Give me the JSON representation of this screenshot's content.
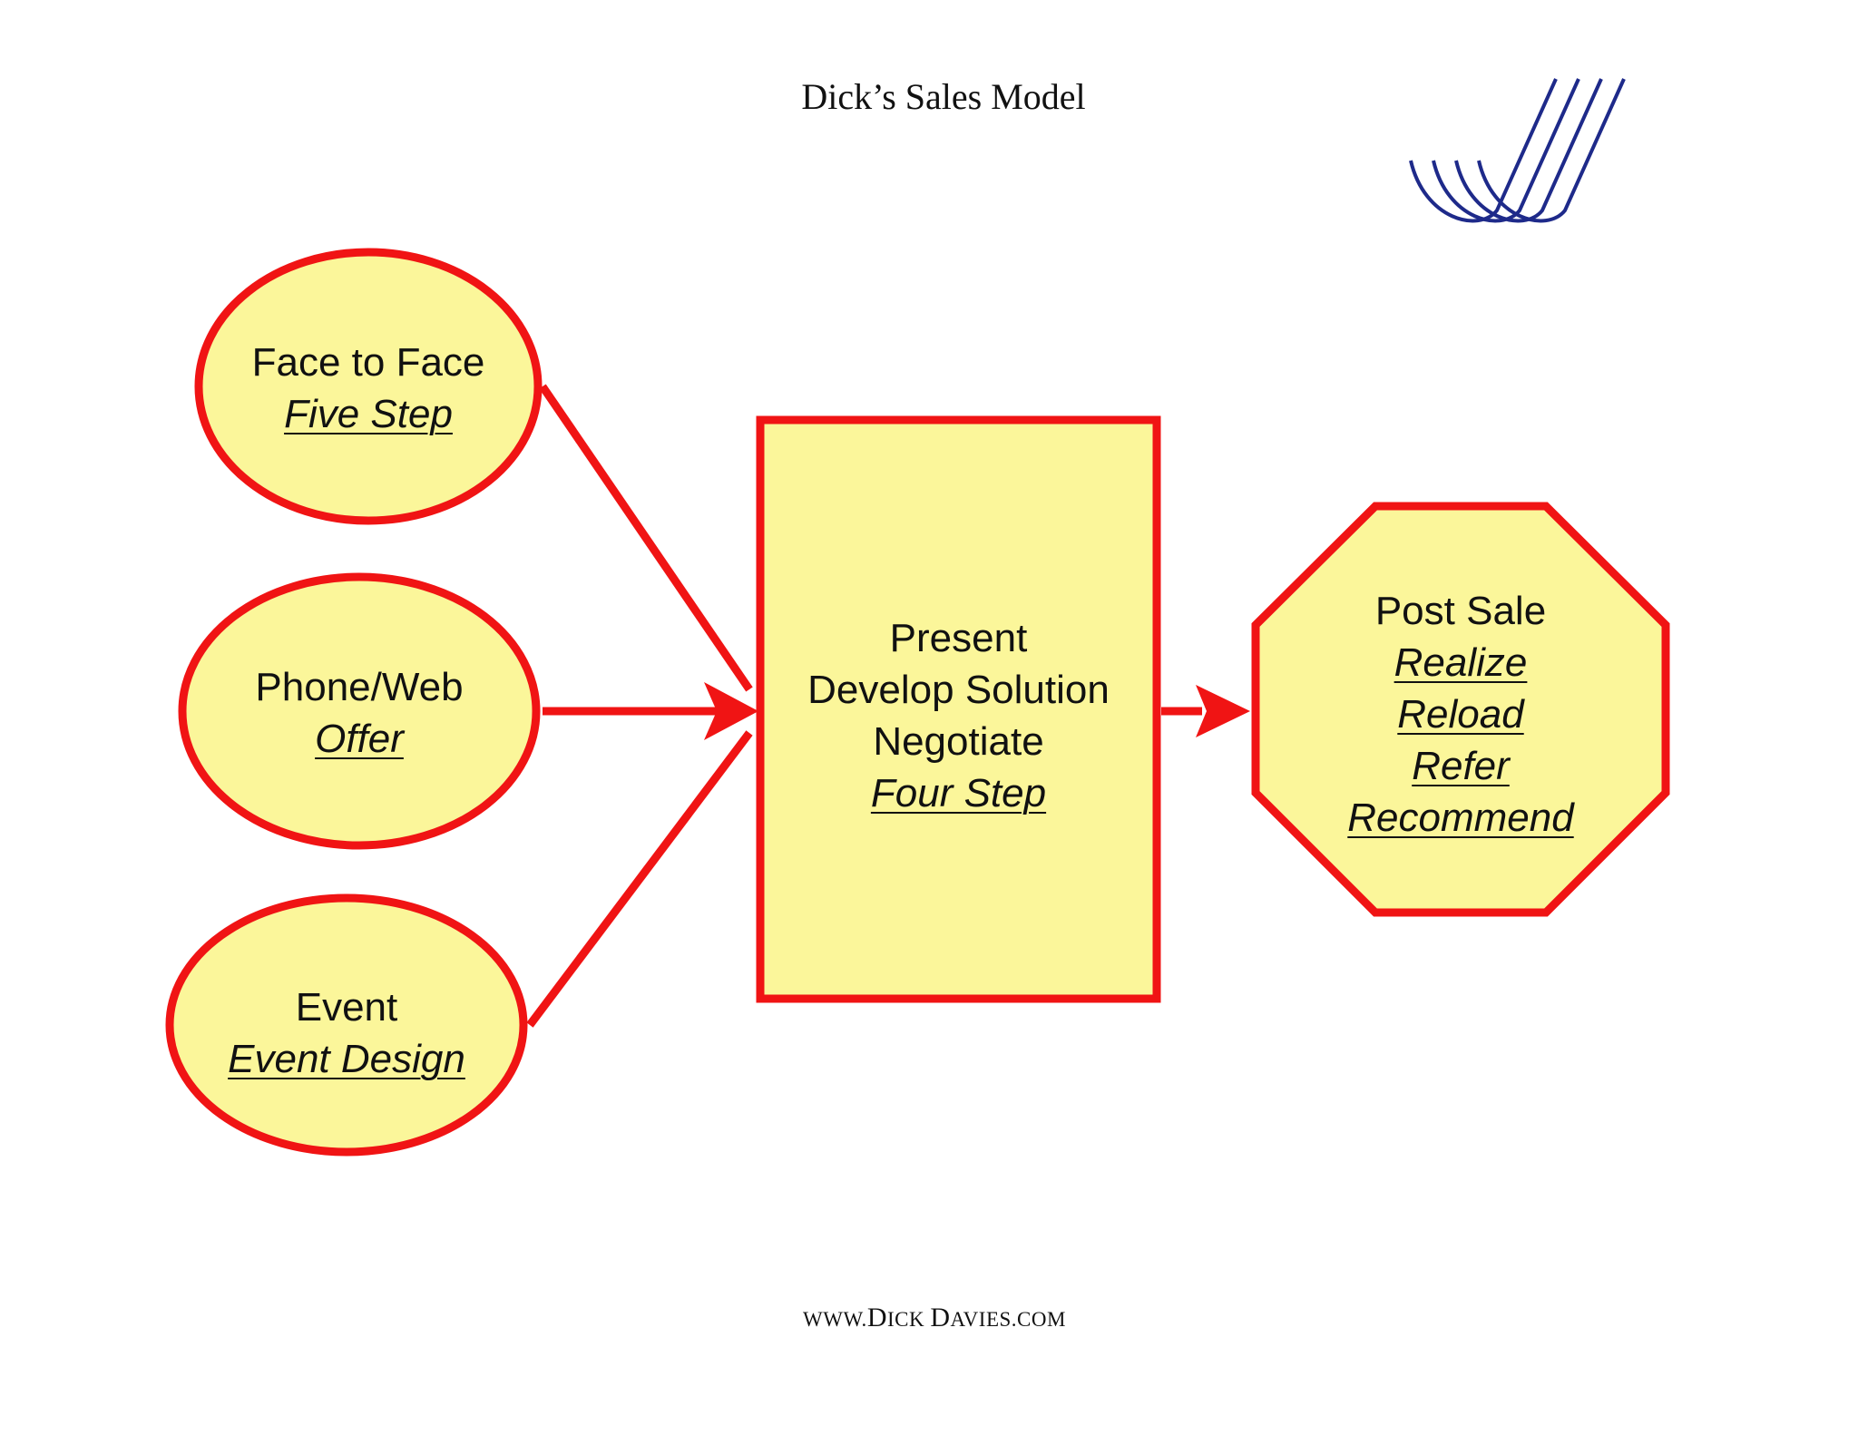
{
  "title": "Dick’s Sales Model",
  "colors": {
    "fill": "#FBF69A",
    "stroke": "#F01414",
    "logo": "#1E2A8A",
    "text": "#111111"
  },
  "logo": {
    "icon": "swoosh-logo-icon"
  },
  "nodes": {
    "face_to_face": {
      "label": "Face to Face",
      "sub": "Five Step"
    },
    "phone_web": {
      "label": "Phone/Web",
      "sub": "Offer"
    },
    "event": {
      "label": "Event",
      "sub": "Event Design"
    },
    "present": {
      "lines": [
        "Present",
        "Develop Solution",
        "Negotiate"
      ],
      "sub": "Four Step"
    },
    "post_sale": {
      "label": "Post Sale",
      "items": [
        "Realize",
        "Reload",
        "Refer",
        "Recommend"
      ]
    }
  },
  "footer": {
    "w1": "WWW.",
    "d": "D",
    "ick": "ICK ",
    "d2": "D",
    "avies": "AVIES.COM"
  }
}
